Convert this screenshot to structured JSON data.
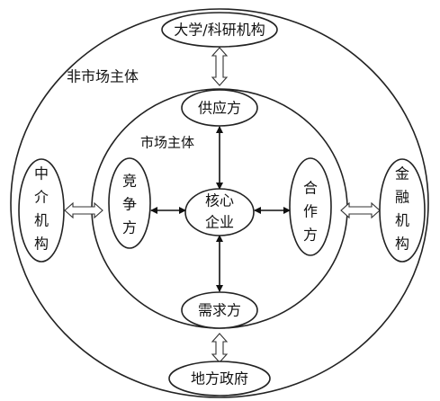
{
  "labels": {
    "outer_region": "非市场主体",
    "inner_region": "市场主体"
  },
  "nodes": {
    "university": "大学/科研机构",
    "supplier": "供应方",
    "core_line1": "核心",
    "core_line2": "企业",
    "competitor": [
      "竞",
      "争",
      "方"
    ],
    "partner": [
      "合",
      "作",
      "方"
    ],
    "demander": "需求方",
    "intermediary": [
      "中",
      "介",
      "机",
      "构"
    ],
    "finance": [
      "金",
      "融",
      "机",
      "构"
    ],
    "government": "地方政府"
  },
  "colors": {
    "stroke": "#222222",
    "text": "#111111",
    "background": "#ffffff"
  }
}
